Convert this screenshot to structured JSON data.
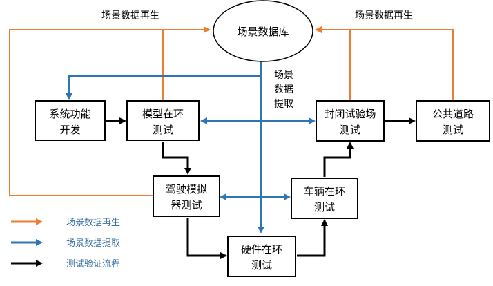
{
  "colors": {
    "orange": "#ED7D31",
    "blue": "#2E75B6",
    "black": "#000000",
    "legend_text": "#3A6FA5"
  },
  "database": {
    "label": "场景数据库"
  },
  "nodes": {
    "system_dev": {
      "line1": "系统功能",
      "line2": "开发"
    },
    "mil": {
      "line1": "模型在环",
      "line2": "测试"
    },
    "driving_sim": {
      "line1": "驾驶模拟",
      "line2": "器测试"
    },
    "hil": {
      "line1": "硬件在环",
      "line2": "测试"
    },
    "vil": {
      "line1": "车辆在环",
      "line2": "测试"
    },
    "closed_field": {
      "line1": "封闭试验场",
      "line2": "测试"
    },
    "public_road": {
      "line1": "公共道路",
      "line2": "测试"
    }
  },
  "labels": {
    "regen_left": "场景数据再生",
    "regen_right": "场景数据再生",
    "extract_line1": "场景",
    "extract_line2": "数据",
    "extract_line3": "提取"
  },
  "legend": [
    {
      "label": "场景数据再生",
      "color": "#ED7D31"
    },
    {
      "label": "场景数据提取",
      "color": "#2E75B6"
    },
    {
      "label": "测试验证流程",
      "color": "#000000"
    }
  ]
}
